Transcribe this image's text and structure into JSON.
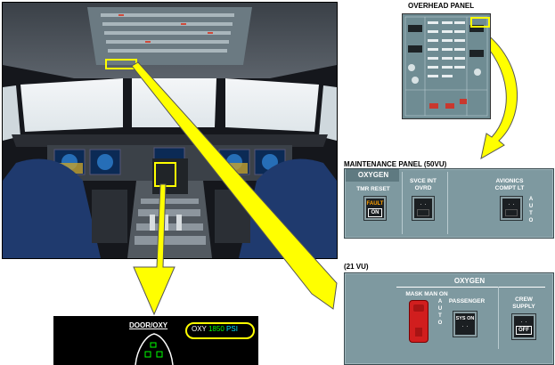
{
  "overhead": {
    "title": "OVERHEAD PANEL"
  },
  "maintenance": {
    "title": "MAINTENANCE PANEL (50VU)",
    "oxygen_label": "OXYGEN",
    "tmr_reset": "TMR RESET",
    "fault": "FAULT",
    "on": "ON",
    "svce_int_1": "SVCE INT",
    "svce_int_2": "OVRD",
    "avionics_1": "AVIONICS",
    "avionics_2": "COMPT LT",
    "auto": [
      "A",
      "U",
      "T",
      "O"
    ]
  },
  "vu21": {
    "title": "(21 VU)",
    "oxygen_label": "OXYGEN",
    "mask_man_on": "MASK MAN ON",
    "passenger": "PASSENGER",
    "sys_on": "SYS ON",
    "crew_1": "CREW",
    "crew_2": "SUPPLY",
    "off": "OFF",
    "auto": [
      "A",
      "U",
      "T",
      "O"
    ]
  },
  "ecam": {
    "title": "DOOR/OXY",
    "oxy_label": "OXY",
    "oxy_value": "1850",
    "oxy_unit": "PSI"
  },
  "colors": {
    "highlight": "#ffff00",
    "panel": "#7e99a0",
    "fault_amber": "#ffa000",
    "ecam_green": "#00ff00",
    "ecam_cyan": "#00e5ff"
  },
  "icons": [
    "cockpit-photo",
    "overhead-panel-thumbnail",
    "callout-arrow",
    "mask-guard",
    "door-diagram"
  ]
}
